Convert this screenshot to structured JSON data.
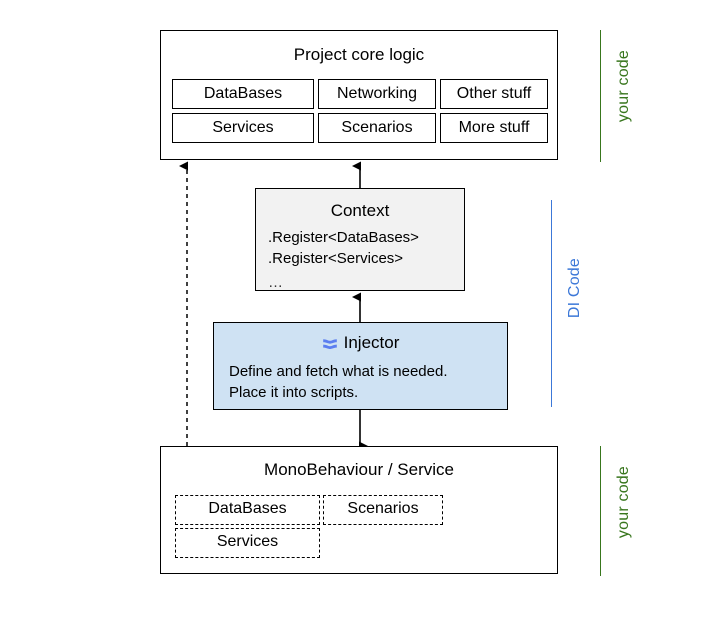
{
  "diagram": {
    "title": "Dependency Injection architecture diagram",
    "colors": {
      "your_code_accent": "#38761d",
      "di_code_accent": "#3c78d8",
      "context_fill": "#f2f2f2",
      "injector_fill": "#cfe2f3",
      "stroke": "#000000"
    }
  },
  "core_logic": {
    "title": "Project core logic",
    "rows": [
      [
        "DataBases",
        "Networking",
        "Other stuff"
      ],
      [
        "Services",
        "Scenarios",
        "More stuff"
      ]
    ]
  },
  "context": {
    "title": "Context",
    "lines": [
      ".Register<DataBases>",
      ".Register<Services>"
    ],
    "ellipsis": "…"
  },
  "injector": {
    "icon": "layers-icon",
    "title": "Injector",
    "lines": [
      "Define and fetch what is needed.",
      "Place it into scripts."
    ]
  },
  "mono_behaviour": {
    "title": "MonoBehaviour / Service",
    "rows": [
      [
        "DataBases",
        "Scenarios"
      ],
      [
        "Services"
      ]
    ]
  },
  "side_labels": {
    "top": "your code",
    "middle": "DI Code",
    "bottom": "your code"
  }
}
